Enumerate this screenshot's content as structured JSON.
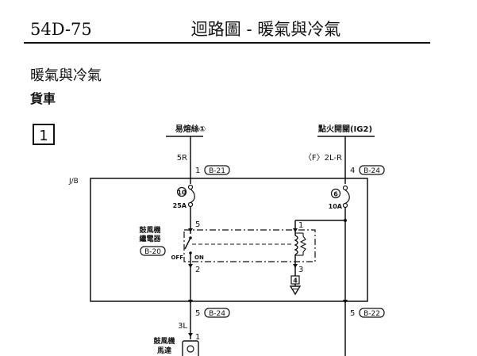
{
  "header": {
    "page_code": "54D-75",
    "title": "迴路圖 - 暖氣與冷氣"
  },
  "section": {
    "title": "暖氣與冷氣",
    "subtitle": "貨車"
  },
  "diagram": {
    "number": "1",
    "left_source": {
      "name": "易熔絲①",
      "wire": "5R",
      "pin": "1",
      "connector": "B-21",
      "fuse_number": "10",
      "fuse_rating": "25A"
    },
    "right_source": {
      "name": "點火開關(IG2)",
      "wire": "〈F〉2L-R",
      "pin": "4",
      "connector": "B-24",
      "fuse_number": "6",
      "fuse_rating": "10A"
    },
    "junction_block": "J/B",
    "relay": {
      "name_line1": "鼓風機",
      "name_line2": "繼電器",
      "connector": "B-20",
      "off_label": "OFF",
      "on_label": "ON",
      "pin_in": "5",
      "pin_out": "2",
      "pin_coil_top": "1",
      "pin_coil_bottom": "3",
      "ground_pin": "4"
    },
    "bottom_left": {
      "pin": "5",
      "connector": "B-24",
      "wire": "3L",
      "motor_pin": "1",
      "motor_line1": "鼓風機",
      "motor_line2": "馬達"
    },
    "bottom_right": {
      "pin": "5",
      "connector": "B-22"
    }
  }
}
